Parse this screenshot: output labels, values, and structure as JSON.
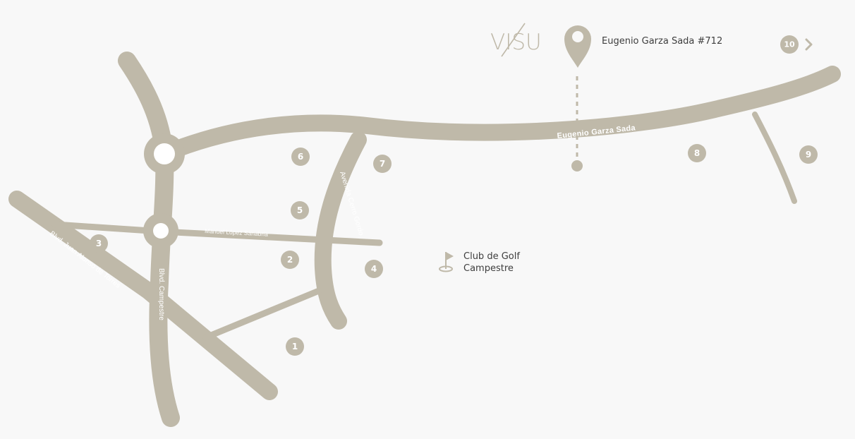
{
  "brand": {
    "logo_text": "VISU"
  },
  "location": {
    "address": "Eugenio Garza Sada #712"
  },
  "navigation": {
    "next_badge": "10"
  },
  "roads": {
    "garza_sada": "Eugenio Garza Sada",
    "cerro_gordo": "Avenida Cerro Gordo",
    "lopez_sanabria": "Manuel López Sanabria",
    "juan_alonso": "Blvd. Juan Alonso de Torres",
    "campestre": "Blvd. Campestre"
  },
  "poi": {
    "golf_line1": "Club de Golf",
    "golf_line2": "Campestre"
  },
  "markers": [
    "1",
    "2",
    "3",
    "4",
    "5",
    "6",
    "7",
    "8",
    "9"
  ],
  "colors": {
    "road": "#bfb9a9",
    "background": "#f8f8f8",
    "text": "#3e3e3e"
  }
}
